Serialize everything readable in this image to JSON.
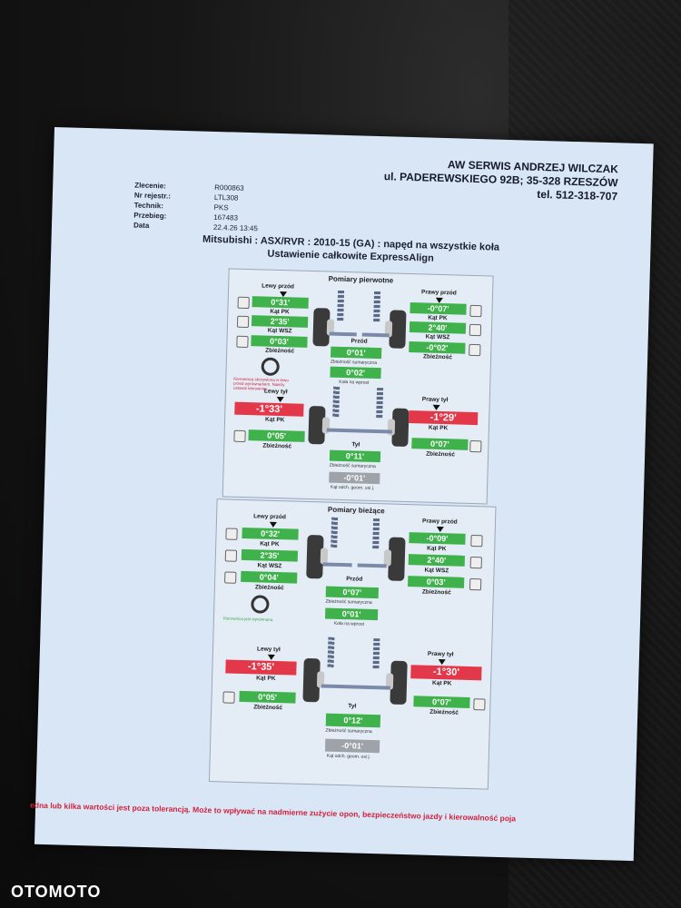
{
  "header": {
    "company": "AW SERWIS ANDRZEJ WILCZAK",
    "address": "ul. PADEREWSKIEGO 92B; 35-328 RZESZÓW",
    "phone": "tel. 512-318-707"
  },
  "meta": [
    {
      "key": "Zlecenie:",
      "value": "R000863"
    },
    {
      "key": "Nr rejestr.:",
      "value": "LTL308"
    },
    {
      "key": "Technik:",
      "value": "PKS"
    },
    {
      "key": "Przebieg:",
      "value": "167483"
    },
    {
      "key": "Data",
      "value": "22.4.26 13:45"
    }
  ],
  "vehicle": {
    "model": "Mitsubishi : ASX/RVR : 2010-15 (GA) : napęd na wszystkie koła",
    "procedure": "Ustawienie całkowite ExpressAlign"
  },
  "initial": {
    "title": "Pomiary pierwotne",
    "front_left": {
      "label": "Lewy przód",
      "camber": "0°31'",
      "camber_label": "Kąt PK",
      "sai": "2°35'",
      "sai_label": "Kąt WSZ",
      "toe": "0°03'",
      "toe_label": "Zbieżność"
    },
    "front_right": {
      "label": "Prawy przód",
      "camber": "-0°07'",
      "camber_label": "Kąt PK",
      "sai": "2°40'",
      "sai_label": "Kąt WSZ",
      "toe": "-0°02'",
      "toe_label": "Zbieżność"
    },
    "front_total": {
      "label": "Przód",
      "value": "0°01'",
      "value_label": "Zbieżność sumaryczna",
      "setback": "0°02'",
      "setback_label": "Koła na wprost"
    },
    "steering_note": "Kierownica skrzywiona w lewo przed wyrównaniem. Należy ustawić kierownicę.",
    "rear_left": {
      "label": "Lewy tył",
      "camber": "-1°33'",
      "camber_label": "Kąt PK",
      "toe": "0°05'",
      "toe_label": "Zbieżność"
    },
    "rear_right": {
      "label": "Prawy tył",
      "camber": "-1°29'",
      "camber_label": "Kąt PK",
      "toe": "0°07'",
      "toe_label": "Zbieżność"
    },
    "rear_total": {
      "label": "Tył",
      "value": "0°11'",
      "value_label": "Zbieżność sumaryczna",
      "thrust": "-0°01'",
      "thrust_label": "Kąt odch. geom. osi j."
    }
  },
  "current": {
    "title": "Pomiary bieżące",
    "front_left": {
      "label": "Lewy przód",
      "camber": "0°32'",
      "camber_label": "Kąt PK",
      "sai": "2°35'",
      "sai_label": "Kąt WSZ",
      "toe": "0°04'",
      "toe_label": "Zbieżność"
    },
    "front_right": {
      "label": "Prawy przód",
      "camber": "-0°09'",
      "camber_label": "Kąt PK",
      "sai": "2°40'",
      "sai_label": "Kąt WSZ",
      "toe": "0°03'",
      "toe_label": "Zbieżność"
    },
    "front_total": {
      "label": "Przód",
      "value": "0°07'",
      "value_label": "Zbieżność sumaryczna",
      "setback": "0°01'",
      "setback_label": "Koła na wprost"
    },
    "steering_note": "Kierownica jest wyrównana.",
    "rear_left": {
      "label": "Lewy tył",
      "camber": "-1°35'",
      "camber_label": "Kąt PK",
      "toe": "0°05'",
      "toe_label": "Zbieżność"
    },
    "rear_right": {
      "label": "Prawy tył",
      "camber": "-1°30'",
      "camber_label": "Kąt PK",
      "toe": "0°07'",
      "toe_label": "Zbieżność"
    },
    "rear_total": {
      "label": "Tył",
      "value": "0°12'",
      "value_label": "Zbieżność sumaryczna",
      "thrust": "-0°01'",
      "thrust_label": "Kąt odch. geom. osi j."
    }
  },
  "footer": "edna lub kilka wartości jest poza tolerancją. Może to wpływać na nadmierne zużycie opon, bezpieczeństwo jazdy i kierowalność poja",
  "watermark": "OTOMOTO",
  "colors": {
    "in_tolerance": "#3fb24c",
    "out_of_tolerance": "#e3384a",
    "neutral": "#9ea3aa",
    "paper": "#d8e6f6"
  }
}
